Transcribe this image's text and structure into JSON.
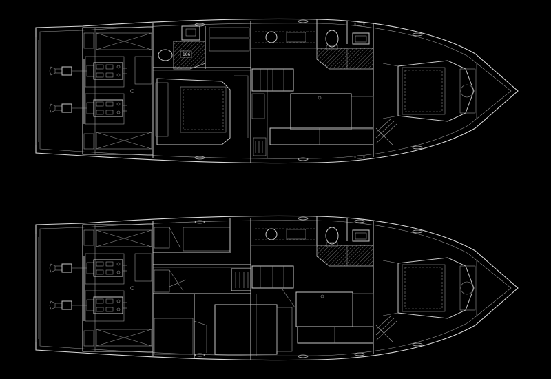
{
  "plans": [
    {
      "id": "upper-layout",
      "label": "186"
    },
    {
      "id": "lower-layout",
      "label": ""
    }
  ],
  "colors": {
    "background": "#000000",
    "line": "#d8d8d8"
  },
  "icons": [
    "outboard-engine-icon",
    "toilet-icon",
    "sink-icon",
    "porthole-icon",
    "berth-icon",
    "helm-seat-icon"
  ]
}
